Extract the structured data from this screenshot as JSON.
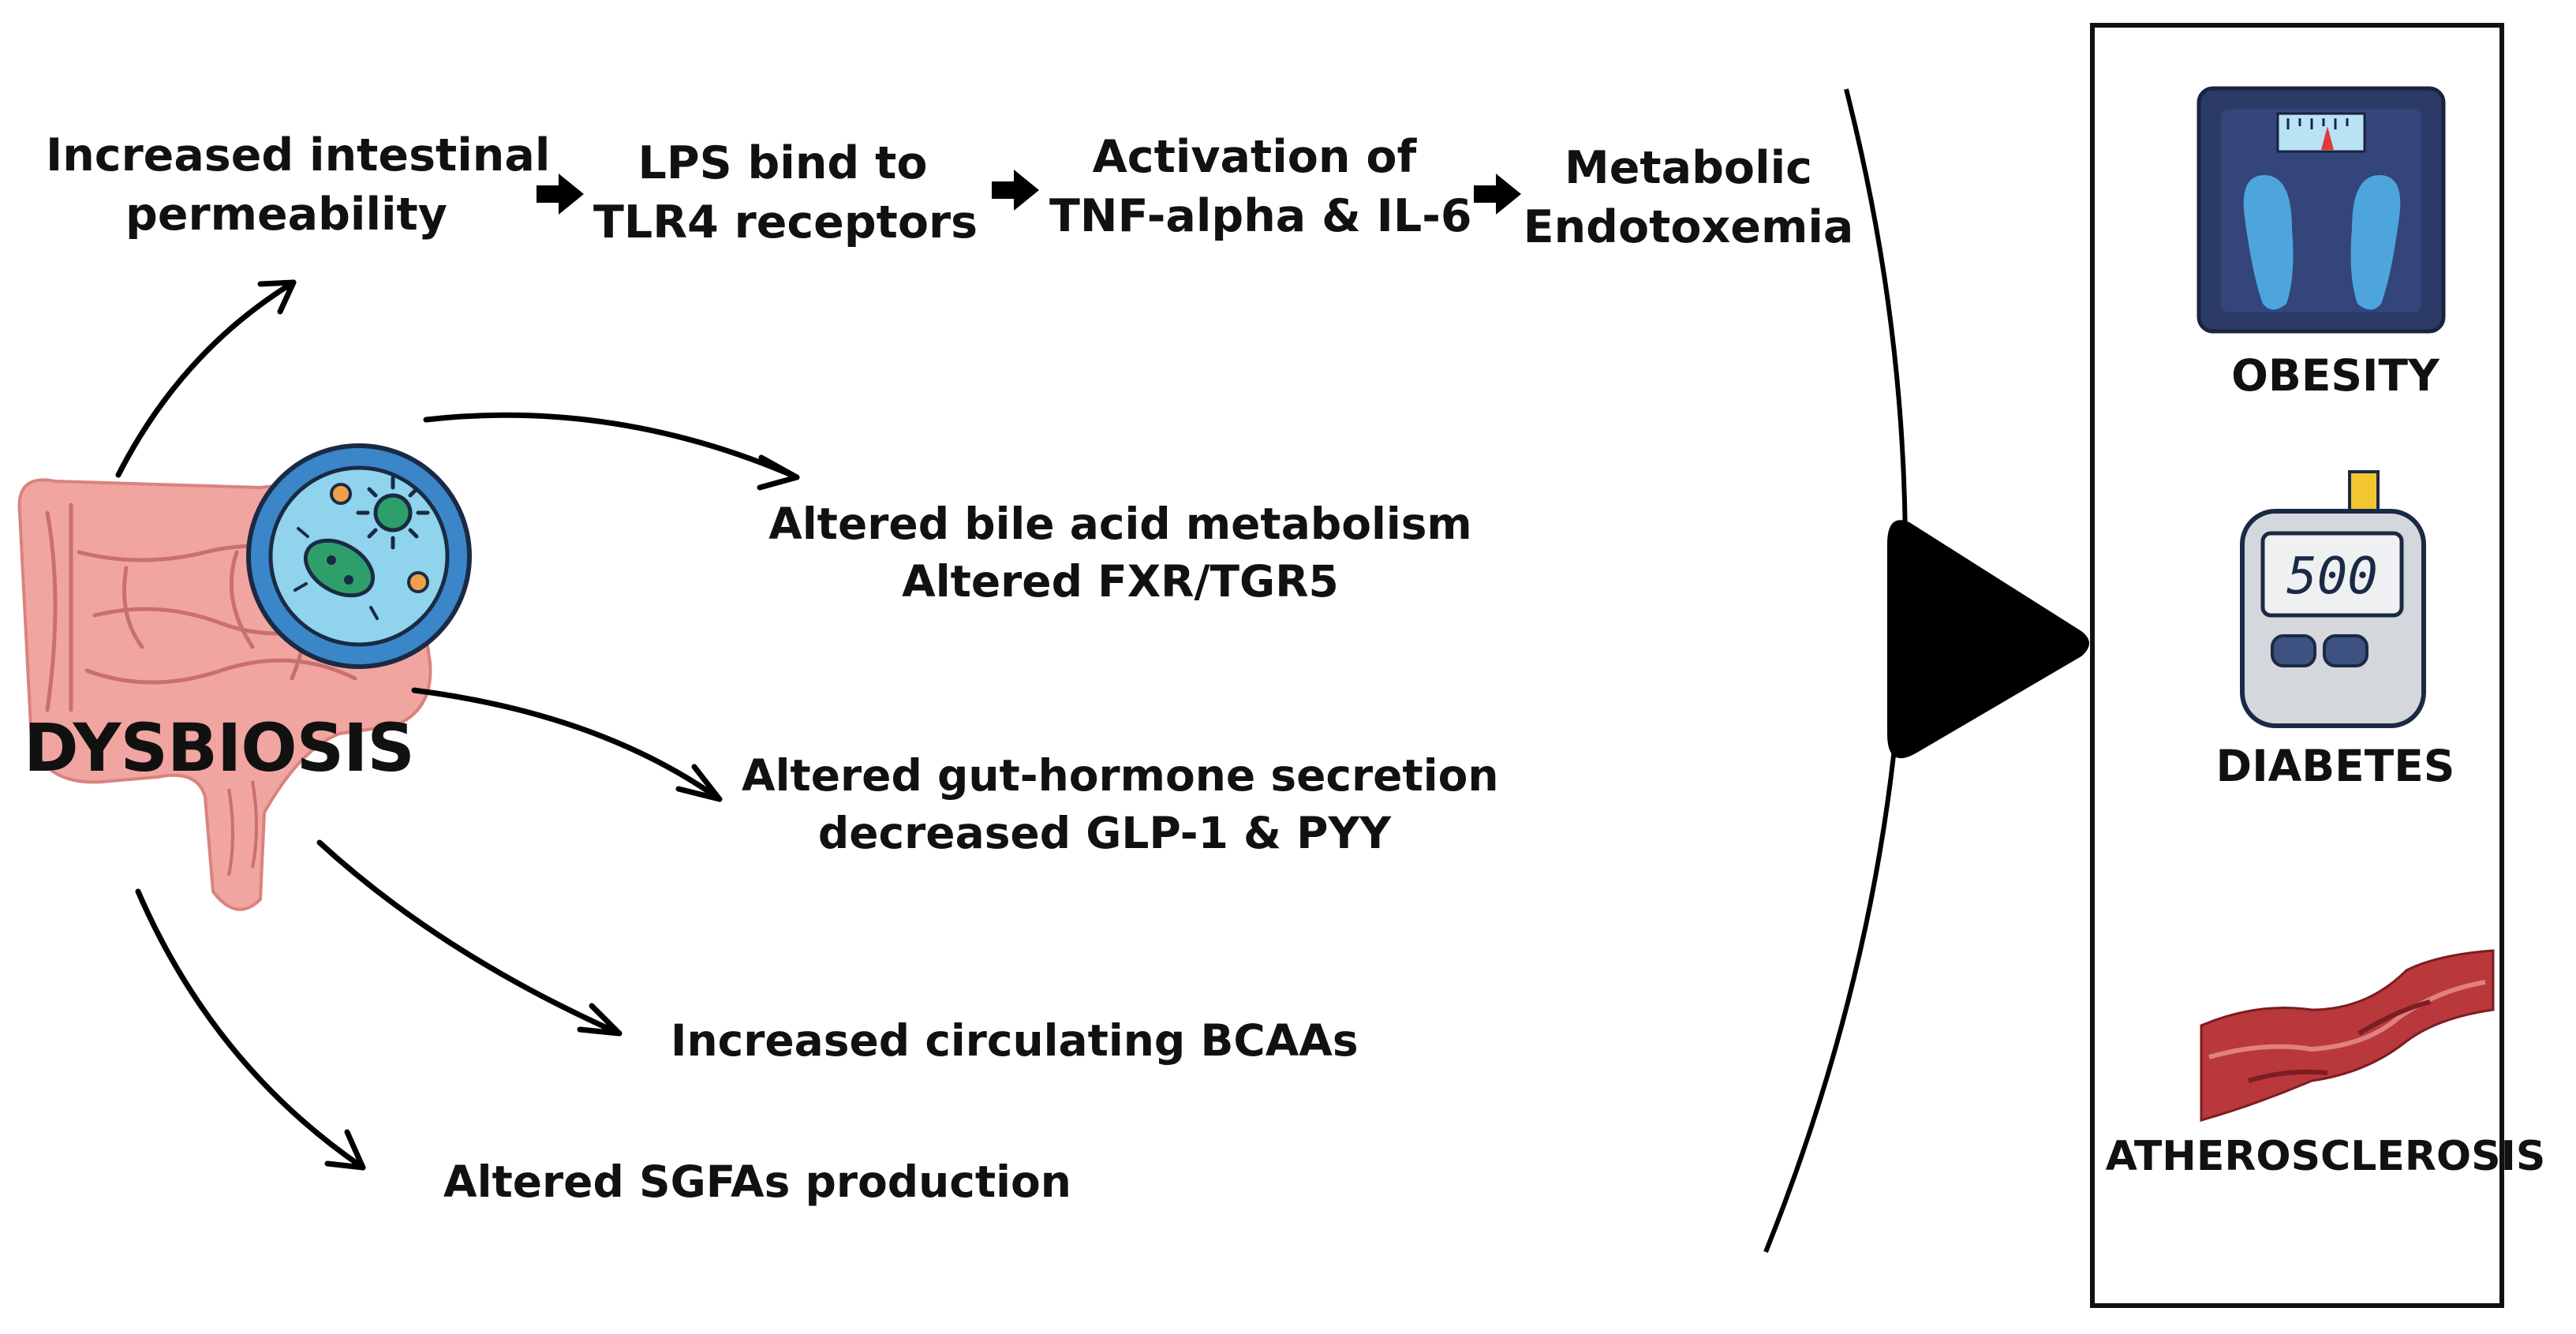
{
  "pathway": {
    "step1": [
      "Increased intestinal",
      "permeability"
    ],
    "step2": [
      "LPS bind to",
      "TLR4 receptors"
    ],
    "step3": [
      "Activation of",
      "TNF-alpha & IL-6"
    ],
    "step4": [
      "Metabolic",
      "Endotoxemia"
    ]
  },
  "source": {
    "label": "DYSBIOSIS"
  },
  "effects": {
    "bile": [
      "Altered bile acid metabolism",
      "Altered FXR/TGR5"
    ],
    "hormone": [
      "Altered gut-hormone secretion",
      "decreased GLP-1 & PYY"
    ],
    "bcaa": "Increased circulating BCAAs",
    "sgfa": "Altered SGFAs production"
  },
  "outcomes": {
    "obesity": "OBESITY",
    "diabetes": "DIABETES",
    "atherosclerosis": "ATHEROSCLEROSIS",
    "glucometer_reading": "500"
  },
  "colors": {
    "intestine": "#f0a5a0",
    "intestine_line": "#c9706c",
    "petri_ring": "#3a86c8",
    "petri_fill": "#8fd3ec",
    "bacteria": "#2e9f6a",
    "scale_body": "#2b3a67",
    "feet": "#4ea5dc",
    "artery": "#b8383c"
  }
}
